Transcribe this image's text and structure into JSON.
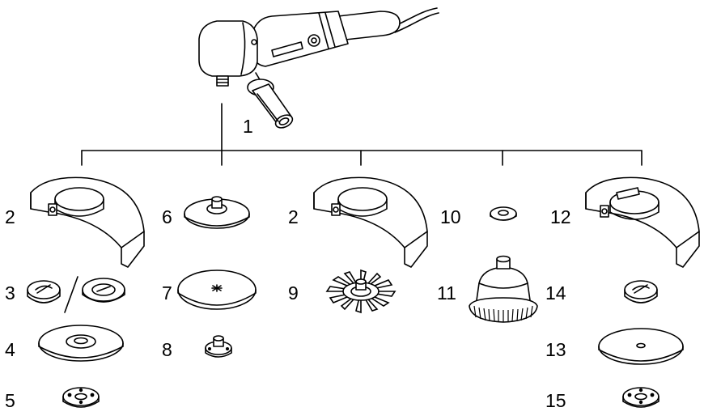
{
  "labels": {
    "tool": "1",
    "guard_left": "2",
    "nut_pair": "3",
    "flange_left": "4",
    "nut_left": "5",
    "backing_pad": "6",
    "sanding_disc": "7",
    "pad_nut": "8",
    "guard_mid": "2",
    "wire_brush": "9",
    "washer": "10",
    "cup_brush": "11",
    "guard_right": "12",
    "flange_right": "13",
    "clamp_nut_right": "14",
    "nut_right": "15"
  }
}
